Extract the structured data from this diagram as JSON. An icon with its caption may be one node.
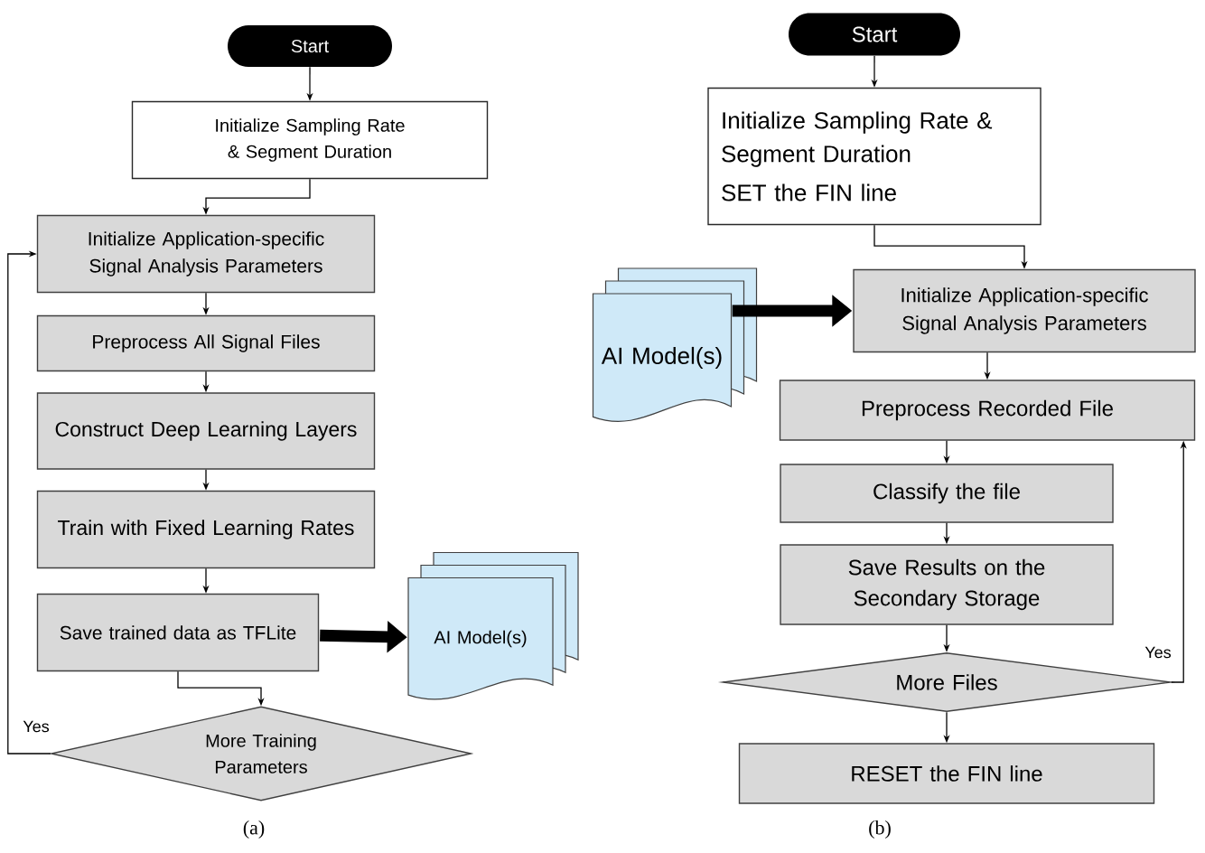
{
  "diagram": {
    "nodes": [
      {
        "text": [
          "Start"
        ]
      },
      {
        "text": [
          "Initialize Sampling Rate & Segment Duration"
        ]
      },
      {
        "text": [
          "Initialize Application-specific Signal Analysis Parameters"
        ]
      },
      {
        "text": [
          "Preprocess  All Signal Files"
        ]
      },
      {
        "text": [
          "Construct Deep Learning Layers"
        ]
      },
      {
        "text": [
          "Train with Fixed Learning Rates"
        ]
      },
      {
        "text": [
          "Save trained data as TFLite"
        ]
      },
      {
        "text": [
          "AI Model(s)"
        ]
      },
      {
        "text": [
          "More Training Parameters"
        ]
      },
      {
        "text": [
          "Start"
        ]
      },
      {
        "text": [
          "Initialize Sampling Rate & Segment Duration",
          "SET the FIN line"
        ]
      },
      {
        "text": [
          "AI Model(s)"
        ]
      },
      {
        "text": [
          "Initialize Application-specific Signal Analysis Parameters"
        ]
      },
      {
        "text": [
          "Preprocess Recorded File"
        ]
      },
      {
        "text": [
          "Classify the file"
        ]
      },
      {
        "text": [
          "Save Results on the Secondary Storage"
        ]
      },
      {
        "text": [
          "More Files"
        ]
      },
      {
        "text": [
          "RESET the FIN line"
        ]
      }
    ],
    "edges": [
      {
        "from": 0,
        "to": 1,
        "arrow": "to"
      },
      {
        "from": 1,
        "to": 2,
        "arrow": "to"
      },
      {
        "from": 2,
        "to": 3,
        "arrow": "to"
      },
      {
        "from": 3,
        "to": 4,
        "arrow": "to"
      },
      {
        "from": 4,
        "to": 5,
        "arrow": "to"
      },
      {
        "from": 5,
        "to": 6,
        "arrow": "to"
      },
      {
        "from": 6,
        "to": 8,
        "arrow": "to"
      },
      {
        "from": 8,
        "to": 2,
        "arrow": "to",
        "label": "Yes"
      },
      {
        "from": 6,
        "to": 7,
        "arrow": "to",
        "style": "thick"
      },
      {
        "from": 9,
        "to": 10,
        "arrow": "to"
      },
      {
        "from": 10,
        "to": 12,
        "arrow": "to"
      },
      {
        "from": 11,
        "to": 12,
        "arrow": "to",
        "style": "thick"
      },
      {
        "from": 12,
        "to": 13,
        "arrow": "to"
      },
      {
        "from": 13,
        "to": 14,
        "arrow": "to"
      },
      {
        "from": 14,
        "to": 15,
        "arrow": "to"
      },
      {
        "from": 15,
        "to": 16,
        "arrow": "to"
      },
      {
        "from": 16,
        "to": 13,
        "arrow": "to",
        "label": "Yes"
      },
      {
        "from": 16,
        "to": 17,
        "arrow": "to"
      }
    ],
    "labels": [
      "(a)",
      "(b)"
    ]
  }
}
